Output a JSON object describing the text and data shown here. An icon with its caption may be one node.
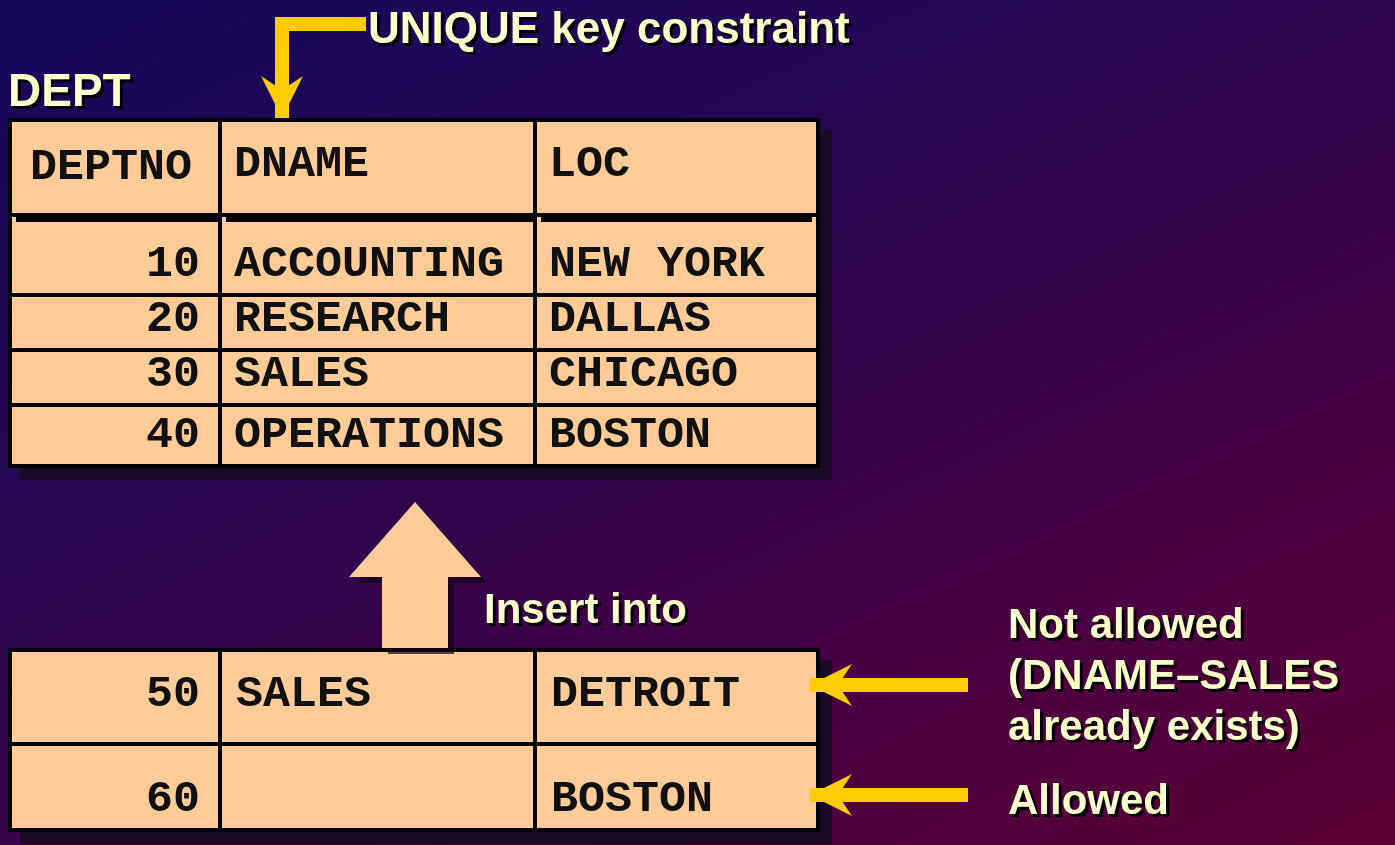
{
  "diagram": {
    "nodes": [
      {
        "text": [
          "UNIQUE key constraint"
        ]
      },
      {
        "text": [
          "DEPT"
        ]
      },
      {
        "text": [
          "DNAME"
        ],
        "in": 1
      },
      {
        "text": [],
        "shape": "box"
      },
      {
        "text": [
          "50",
          "SALES",
          "DETROIT"
        ],
        "in": 3
      },
      {
        "text": [
          "60",
          "BOSTON"
        ],
        "in": 3
      },
      {
        "text": [
          "Not allowed (DNAME–SALES already exists)"
        ]
      },
      {
        "text": [
          "Allowed"
        ]
      }
    ],
    "edges": [
      {
        "from": 0,
        "to": 2,
        "arrow": "to"
      },
      {
        "from": 3,
        "to": 1,
        "arrow": "to",
        "label": "Insert into",
        "style": "thick",
        "color": "#ffcc99"
      },
      {
        "from": 6,
        "to": 4,
        "arrow": "to"
      },
      {
        "from": 7,
        "to": 5,
        "arrow": "to"
      }
    ],
    "labels": [
      "DEPTNO",
      "LOC",
      "10",
      "ACCOUNTING",
      "NEW YORK",
      "20",
      "RESEARCH",
      "DALLAS",
      "30",
      "SALES",
      "CHICAGO",
      "40",
      "OPERATIONS",
      "BOSTON"
    ]
  }
}
